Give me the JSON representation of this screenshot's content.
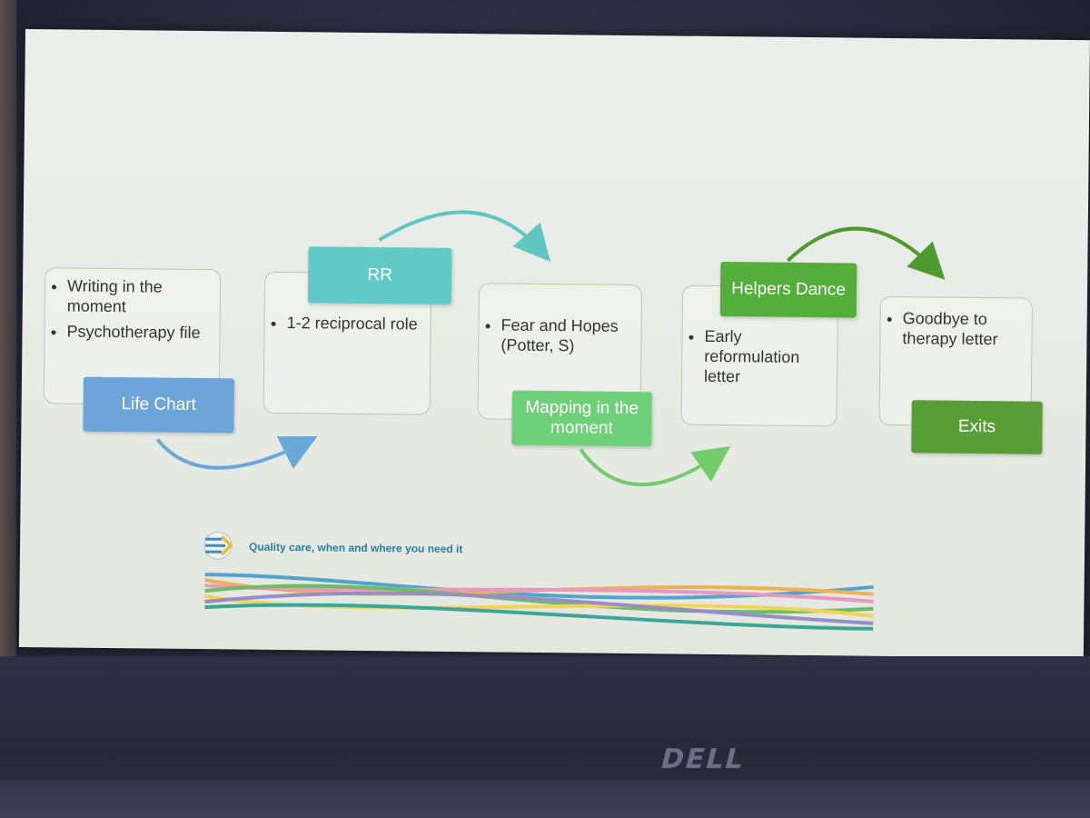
{
  "stages": [
    {
      "label": "Life Chart",
      "bullets": [
        "Writing in the moment",
        "Psychotherapy file"
      ],
      "color": "#6aa0d4"
    },
    {
      "label": "RR",
      "bullets": [
        "1-2 reciprocal role"
      ],
      "color": "#5ec8c4"
    },
    {
      "label": "Mapping in the moment",
      "bullets": [
        "Fear and Hopes (Potter, S)"
      ],
      "color": "#6ccc74"
    },
    {
      "label": "Helpers Dance",
      "bullets": [
        "Early reformulation letter"
      ],
      "color": "#52aa38"
    },
    {
      "label": "Exits",
      "bullets": [
        "Goodbye to therapy letter"
      ],
      "color": "#579a34"
    }
  ],
  "footer": {
    "tagline": "Quality care, when and where you need it"
  },
  "device": {
    "brand": "DELL"
  }
}
